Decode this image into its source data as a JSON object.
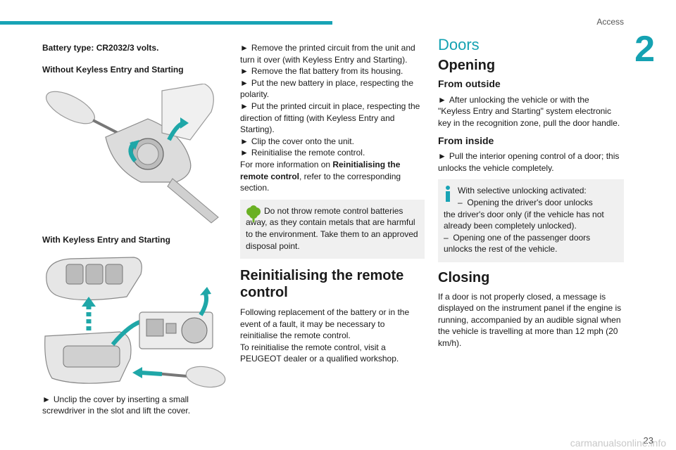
{
  "header": {
    "section": "Access",
    "chapter": "2",
    "page_number": "23"
  },
  "col1": {
    "battery_type": "Battery type: CR2032/3 volts.",
    "without_heading": "Without Keyless Entry and Starting",
    "with_heading": "With Keyless Entry and Starting",
    "step_unclip": "Unclip the cover by inserting a small screwdriver in the slot and lift the cover."
  },
  "col2": {
    "steps": [
      "Remove the printed circuit from the unit and turn it over (with Keyless Entry and Starting).",
      "Remove the flat battery from its housing.",
      "Put the new battery in place, respecting the polarity.",
      "Put the printed circuit in place, respecting the direction of fitting (with Keyless Entry and Starting).",
      "Clip the cover onto the unit.",
      "Reinitialise the remote control."
    ],
    "more_info_prefix": "For more information on ",
    "more_info_bold": "Reinitialising the remote control",
    "more_info_suffix": ", refer to the corresponding section.",
    "env_note_first": "Do not throw remote control batteries",
    "env_note_rest": "away, as they contain metals that are harmful to the environment. Take them to an approved disposal point.",
    "reinit_heading": "Reinitialising the remote control",
    "reinit_p1": "Following replacement of the battery or in the event of a fault, it may be necessary to reinitialise the remote control.",
    "reinit_p2": "To reinitialise the remote control, visit a PEUGEOT dealer or a qualified workshop."
  },
  "col3": {
    "doors": "Doors",
    "opening": "Opening",
    "from_outside": "From outside",
    "outside_step": "After unlocking the vehicle or with the \"Keyless Entry and Starting\" system electronic key in the recognition zone, pull the door handle.",
    "from_inside": "From inside",
    "inside_step": "Pull the interior opening control of a door; this unlocks the vehicle completely.",
    "info_first": "With selective unlocking activated:",
    "info_line2": "Opening the driver's door unlocks",
    "info_line3": "the driver's door only (if the vehicle has not already been completely unlocked).",
    "info_line4": "Opening one of the passenger doors unlocks the rest of the vehicle.",
    "closing": "Closing",
    "closing_text": "If a door is not properly closed, a message is displayed on the instrument panel if the engine is running, accompanied by an audible signal when the vehicle is travelling at more than 12 mph (20 km/h)."
  },
  "bullet": "►",
  "dash": "–",
  "watermark": "carmanualsonline.info",
  "colors": {
    "accent": "#18a3b5",
    "note_bg": "#f0f0f0",
    "eco_green": "#6ab023"
  },
  "icons": [
    "eco-tree-icon",
    "info-icon"
  ]
}
